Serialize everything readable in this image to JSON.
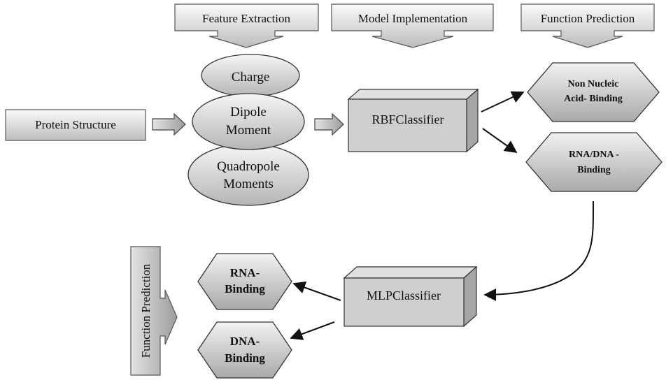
{
  "headers": {
    "feature_extraction": "Feature Extraction",
    "model_implementation": "Model Implementation",
    "function_prediction": "Function Prediction"
  },
  "input": {
    "protein_structure": "Protein Structure"
  },
  "features": {
    "charge": "Charge",
    "dipole_line1": "Dipole",
    "dipole_line2": "Moment",
    "quadropole_line1": "Quadropole",
    "quadropole_line2": "Moments"
  },
  "classifiers": {
    "rbf": "RBFClassifier",
    "mlp": "MLPClassifier"
  },
  "predictions": {
    "non_nucleic_line1": "Non Nucleic",
    "non_nucleic_line2": "Acid- Binding",
    "rna_dna_line1": "RNA/DNA -",
    "rna_dna_line2": "Binding"
  },
  "final_predictions": {
    "rna_line1": "RNA-",
    "rna_line2": "Binding",
    "dna_line1": "DNA-",
    "dna_line2": "Binding"
  },
  "vertical_label": "Function Prediction",
  "colors": {
    "box_fill_top": "#f4f4f4",
    "box_fill_bottom": "#c8c8c8",
    "stroke": "#333333"
  }
}
